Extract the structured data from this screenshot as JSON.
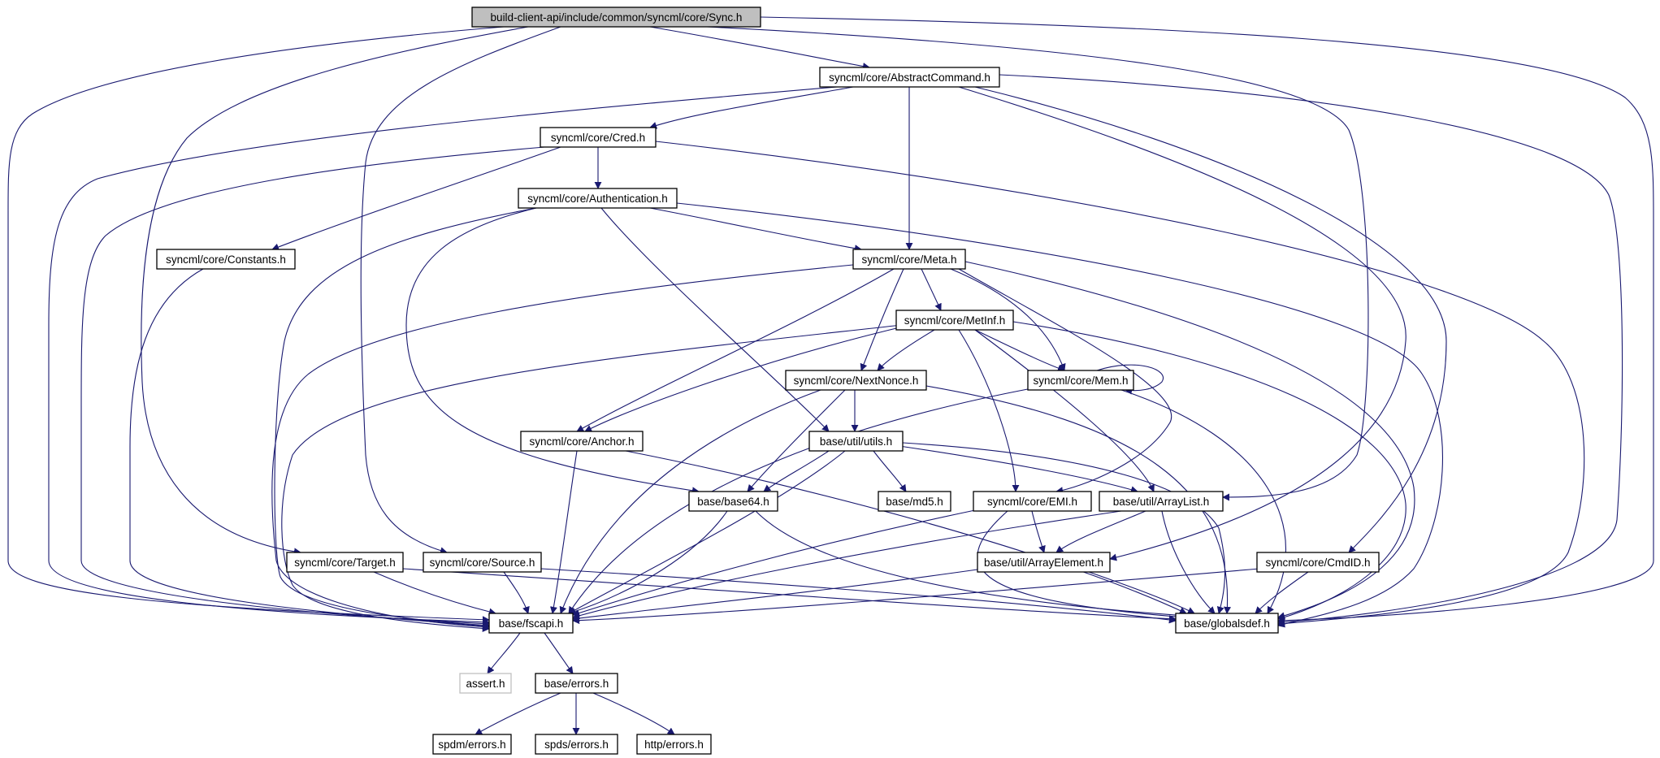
{
  "diagram": {
    "edge_color": "#191970",
    "root_fill": "#bfbfbf",
    "nodes": [
      {
        "id": "sync",
        "label": "build-client-api/include/common/syncml/core/Sync.h",
        "kind": "root"
      },
      {
        "id": "abstractcommand",
        "label": "syncml/core/AbstractCommand.h"
      },
      {
        "id": "cred",
        "label": "syncml/core/Cred.h"
      },
      {
        "id": "authentication",
        "label": "syncml/core/Authentication.h"
      },
      {
        "id": "constants",
        "label": "syncml/core/Constants.h"
      },
      {
        "id": "meta",
        "label": "syncml/core/Meta.h"
      },
      {
        "id": "metinf",
        "label": "syncml/core/MetInf.h"
      },
      {
        "id": "nextnonce",
        "label": "syncml/core/NextNonce.h"
      },
      {
        "id": "mem",
        "label": "syncml/core/Mem.h"
      },
      {
        "id": "anchor",
        "label": "syncml/core/Anchor.h"
      },
      {
        "id": "utils",
        "label": "base/util/utils.h"
      },
      {
        "id": "base64",
        "label": "base/base64.h"
      },
      {
        "id": "md5",
        "label": "base/md5.h"
      },
      {
        "id": "emi",
        "label": "syncml/core/EMI.h"
      },
      {
        "id": "arraylist",
        "label": "base/util/ArrayList.h"
      },
      {
        "id": "target",
        "label": "syncml/core/Target.h"
      },
      {
        "id": "source",
        "label": "syncml/core/Source.h"
      },
      {
        "id": "arrayelement",
        "label": "base/util/ArrayElement.h"
      },
      {
        "id": "cmdid",
        "label": "syncml/core/CmdID.h"
      },
      {
        "id": "fscapi",
        "label": "base/fscapi.h"
      },
      {
        "id": "globalsdef",
        "label": "base/globalsdef.h"
      },
      {
        "id": "assert",
        "label": "assert.h",
        "kind": "missing"
      },
      {
        "id": "baseerrors",
        "label": "base/errors.h"
      },
      {
        "id": "spdmerrors",
        "label": "spdm/errors.h"
      },
      {
        "id": "spdserrors",
        "label": "spds/errors.h"
      },
      {
        "id": "httperrors",
        "label": "http/errors.h"
      }
    ]
  }
}
